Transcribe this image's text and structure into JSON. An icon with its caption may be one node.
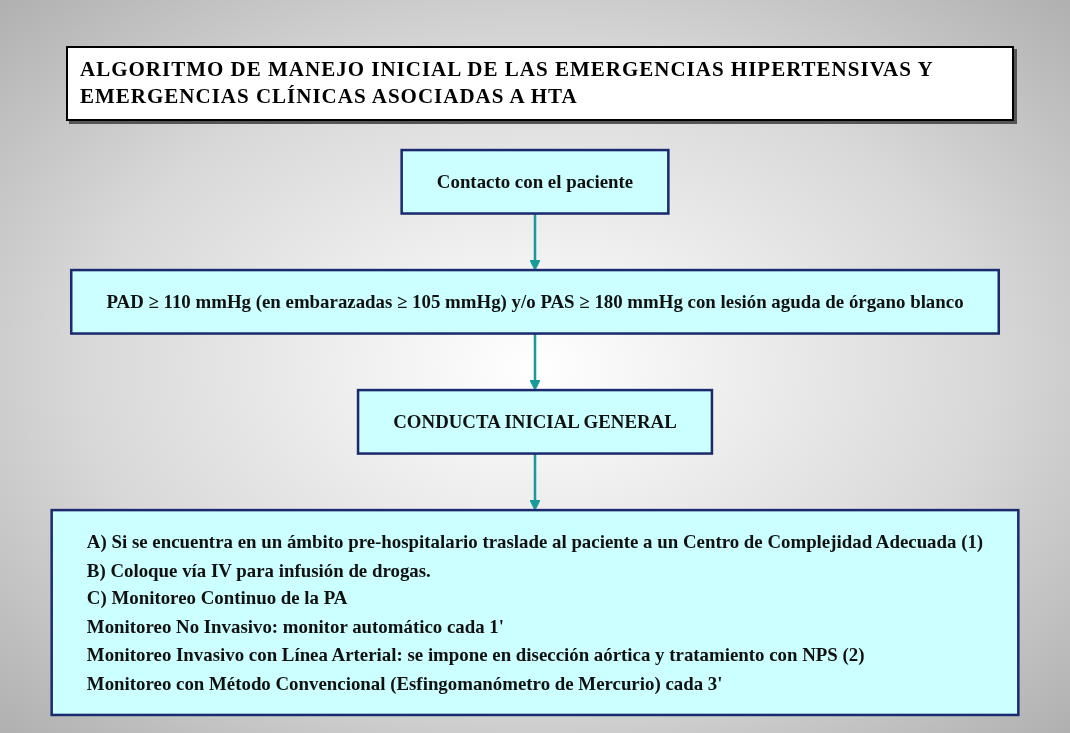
{
  "diagram": {
    "title": "ALGORITMO DE MANEJO INICIAL DE LAS EMERGENCIAS HIPERTENSIVAS Y EMERGENCIAS CLÍNICAS ASOCIADAS A HTA",
    "nodes": [
      {
        "text": [
          "Contacto con el paciente"
        ]
      },
      {
        "text": [
          "PAD ≥ 110 mmHg (en embarazadas ≥ 105 mmHg) y/o PAS ≥ 180 mmHg con lesión aguda de órgano blanco"
        ]
      },
      {
        "text": [
          "CONDUCTA INICIAL GENERAL"
        ]
      },
      {
        "text": [
          "A) Si se encuentra en un ámbito pre-hospitalario traslade al paciente a un Centro de Complejidad Adecuada (1)",
          "B) Coloque vía IV para infusión de drogas.",
          "C) Monitoreo Continuo de la PA",
          "Monitoreo No Invasivo: monitor automático cada 1'",
          "Monitoreo Invasivo con Línea Arterial: se impone en disección aórtica y tratamiento con NPS (2)",
          "Monitoreo con Método Convencional (Esfingomanómetro de Mercurio) cada 3'"
        ]
      }
    ],
    "edges": [
      {
        "from": 0,
        "to": 1,
        "arrow": "to"
      },
      {
        "from": 1,
        "to": 2,
        "arrow": "to"
      },
      {
        "from": 2,
        "to": 3,
        "arrow": "to"
      }
    ]
  }
}
